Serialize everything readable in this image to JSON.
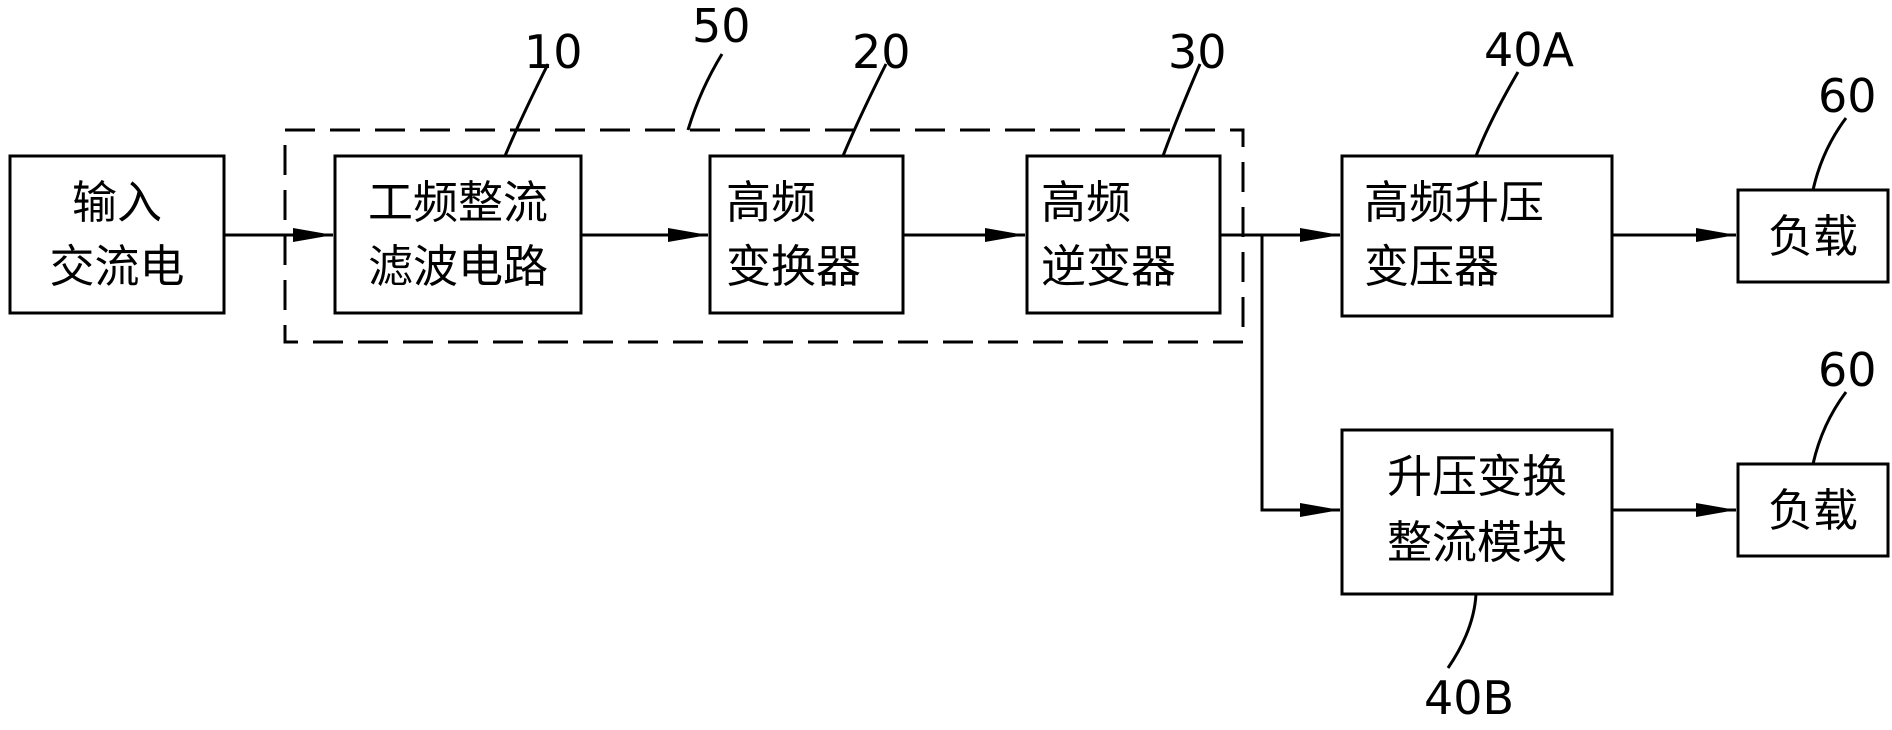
{
  "blocks": {
    "input": {
      "line1": "输入",
      "line2": "交流电"
    },
    "rectifier": {
      "line1": "工频整流",
      "line2": "滤波电路"
    },
    "hf_converter": {
      "line1": "高频",
      "line2": "变换器"
    },
    "hf_inverter": {
      "line1": "高频",
      "line2": "逆变器"
    },
    "hf_transformer": {
      "line1": "高频升压",
      "line2": "变压器"
    },
    "boost_module": {
      "line1": "升压变换",
      "line2": "整流模块"
    },
    "load_top": {
      "label": "负载"
    },
    "load_bottom": {
      "label": "负载"
    }
  },
  "refs": {
    "rectifier": "10",
    "group": "50",
    "hf_converter": "20",
    "hf_inverter": "30",
    "hf_transformer": "40A",
    "boost_module": "40B",
    "load_top": "60",
    "load_bottom": "60"
  }
}
